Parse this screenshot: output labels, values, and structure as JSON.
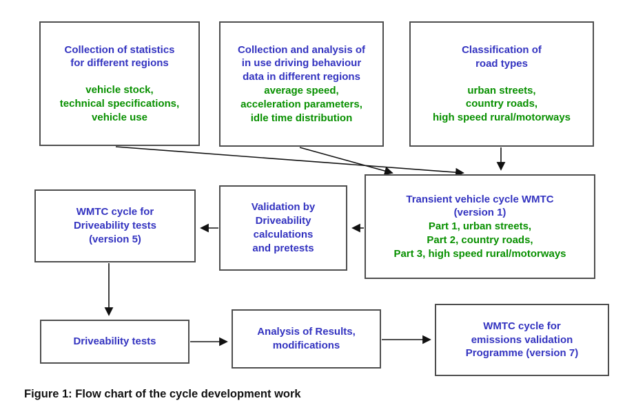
{
  "colors": {
    "blue_text": "#3333c0",
    "green_text": "#089000",
    "box_border": "#4d4d4d",
    "arrow": "#111111",
    "background": "#ffffff"
  },
  "boxes": {
    "stats": {
      "blue": "Collection of statistics\nfor different regions",
      "green": "vehicle stock,\ntechnical specifications,\nvehicle use"
    },
    "driving": {
      "blue": "Collection and analysis of\nin use driving behaviour\ndata in different regions",
      "green": "average speed,\nacceleration parameters,\nidle time distribution"
    },
    "roads": {
      "blue": "Classification of\nroad types",
      "green": "urban streets,\ncountry roads,\nhigh speed rural/motorways"
    },
    "transient": {
      "blue": "Transient vehicle cycle WMTC\n(version 1)",
      "green": "Part 1, urban streets,\nPart 2, country roads,\nPart 3, high speed rural/motorways"
    },
    "validation": {
      "blue": "Validation by\nDriveability\ncalculations\nand pretests"
    },
    "wmtc5": {
      "blue": "WMTC cycle for\nDriveability tests\n(version 5)"
    },
    "driveability": {
      "blue": "Driveability tests"
    },
    "analysis": {
      "blue": "Analysis of Results,\nmodifications"
    },
    "wmtc7": {
      "blue": "WMTC cycle for\nemissions validation\nProgramme (version 7)"
    }
  },
  "caption": "Figure 1: Flow chart of the cycle development work"
}
